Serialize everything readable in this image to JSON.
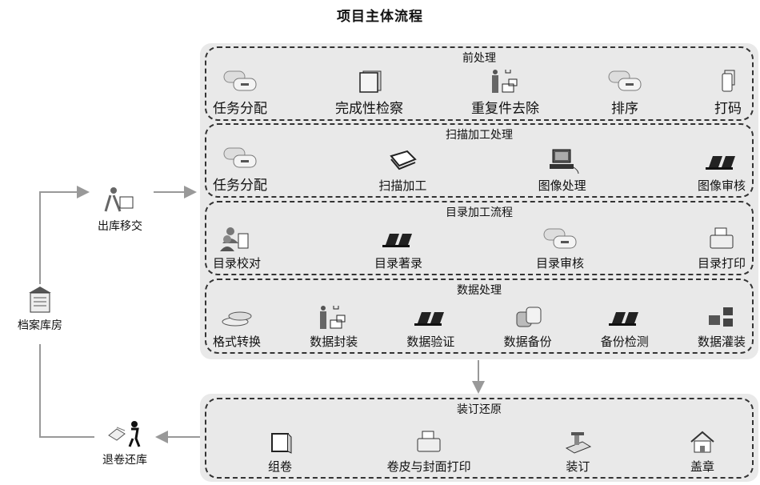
{
  "title": "项目主体流程",
  "left_nodes": {
    "archive": "档案库房",
    "outbound": "出库移交",
    "return": "退卷还库"
  },
  "sections": [
    {
      "title": "前处理",
      "items": [
        "任务分配",
        "完成性检察",
        "重复件去除",
        "排序",
        "打码"
      ]
    },
    {
      "title": "扫描加工处理",
      "items": [
        "任务分配",
        "扫描加工",
        "图像处理",
        "图像审核"
      ]
    },
    {
      "title": "目录加工流程",
      "items": [
        "目录校对",
        "目录著录",
        "目录审核",
        "目录打印"
      ]
    },
    {
      "title": "数据处理",
      "items": [
        "格式转换",
        "数据封装",
        "数据验证",
        "数据备份",
        "备份检测",
        "数据灌装"
      ]
    },
    {
      "title": "装订还原",
      "items": [
        "组卷",
        "卷皮与封面打印",
        "装订",
        "盖章"
      ]
    }
  ]
}
